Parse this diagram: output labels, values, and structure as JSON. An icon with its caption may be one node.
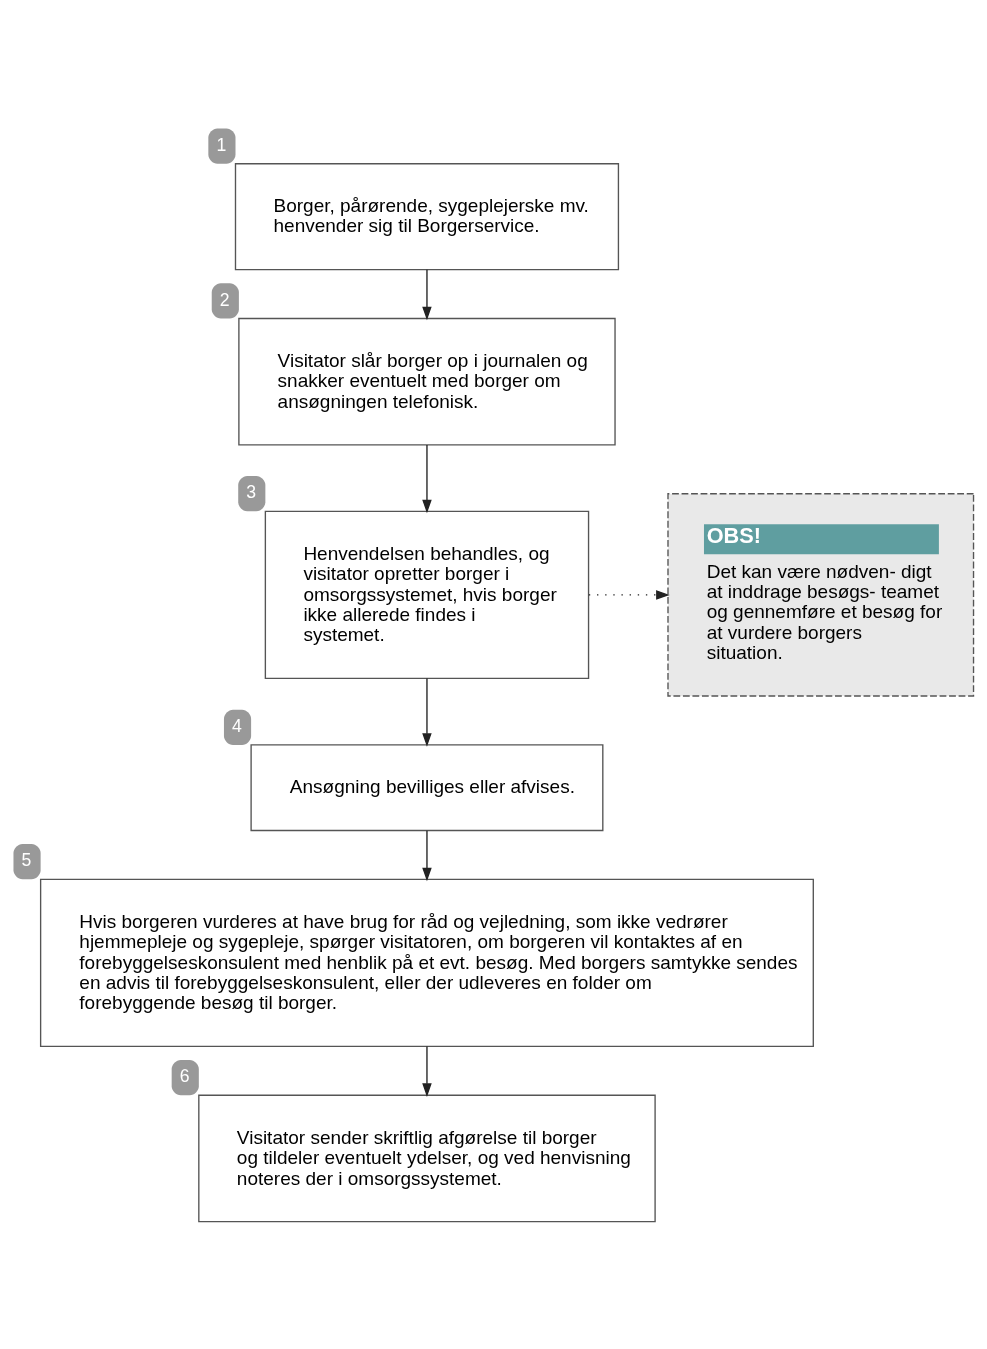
{
  "diagram": {
    "nodes": [
      {
        "text": [
          "Borger, pårørende, sygeplejerske mv. henvender sig til Borgerservice."
        ],
        "beside": [
          "1"
        ]
      },
      {
        "text": [
          "Visitator slår borger op i journalen og snakker eventuelt med borger om ansøgningen telefonisk."
        ],
        "beside": [
          "2"
        ]
      },
      {
        "text": [
          "Henvendelsen behandles, og visitator opretter borger i omsorgssystemet, hvis borger ikke allerede findes i systemet."
        ],
        "beside": [
          "3"
        ]
      },
      {
        "text": [
          "Ansøgning bevilliges eller afvises."
        ],
        "beside": [
          "4"
        ]
      },
      {
        "text": [
          "Hvis borgeren vurderes at have brug for råd og vejledning, som ikke vedrører hjemmepleje og sygepleje, spørger visitatoren, om borgeren vil kontaktes af en forebyggelseskonsulent med henblik på et evt. besøg. Med borgers samtykke sendes en advis til forebyggelseskonsulent, eller der udleveres en folder om forebyggende besøg til borger."
        ],
        "beside": [
          "5"
        ]
      },
      {
        "text": [
          "Visitator sender skriftlig afgørelse til borger og tildeler eventuelt ydelser, og ved henvisning noteres der i omsorgssystemet."
        ],
        "beside": [
          "6"
        ]
      },
      {
        "text": [
          "OBS!",
          "Det kan være nødven- digt at inddrage besøgs- teamet og gennemføre et besøg for at vurdere borgers situation."
        ]
      }
    ],
    "edges": [
      {
        "from": 0,
        "to": 1,
        "arrow": "to"
      },
      {
        "from": 1,
        "to": 2,
        "arrow": "to"
      },
      {
        "from": 2,
        "to": 6,
        "arrow": "to",
        "style": "dashed"
      },
      {
        "from": 2,
        "to": 3,
        "arrow": "to"
      },
      {
        "from": 3,
        "to": 4,
        "arrow": "to"
      },
      {
        "from": 4,
        "to": 5,
        "arrow": "to"
      }
    ]
  }
}
